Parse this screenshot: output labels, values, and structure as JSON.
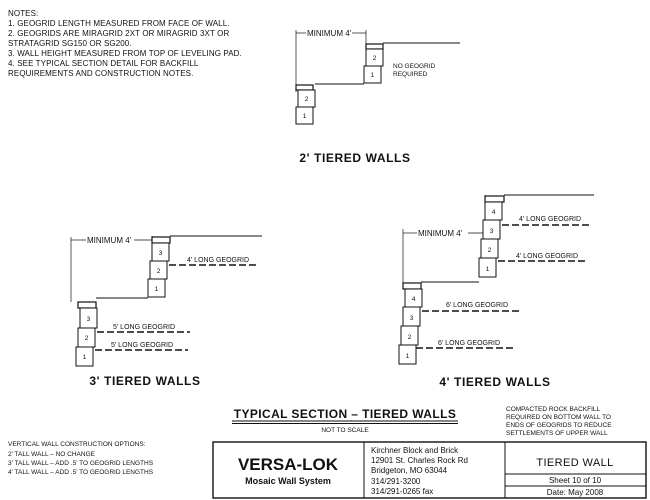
{
  "notes": {
    "heading": "NOTES:",
    "lines": [
      "1. GEOGRID LENGTH MEASURED FROM FACE OF WALL.",
      "2. GEOGRIDS ARE MIRAGRID 2XT OR MIRAGRID 3XT OR",
      "STRATAGRID SG150 OR SG200.",
      "3. WALL HEIGHT MEASURED FROM TOP OF LEVELING PAD.",
      "4.  SEE TYPICAL SECTION DETAIL FOR BACKFILL",
      "REQUIREMENTS AND CONSTRUCTION NOTES."
    ]
  },
  "details": {
    "two_ft": {
      "caption": "2' TIERED WALLS",
      "minimum_label": "MINIMUM 4'",
      "no_geogrid_label": [
        "NO GEOGRID",
        "REQUIRED"
      ],
      "upper_blocks": [
        "2",
        "1"
      ],
      "lower_blocks": [
        "2",
        "1"
      ]
    },
    "three_ft": {
      "caption": "3' TIERED WALLS",
      "minimum_label": "MINIMUM 4'",
      "upper_blocks": [
        "3",
        "2",
        "1"
      ],
      "lower_blocks": [
        "3",
        "2",
        "1"
      ],
      "upper_geogrid": "4' LONG GEOGRID",
      "lower_geogrids": [
        "5' LONG GEOGRID",
        "5' LONG GEOGRID"
      ]
    },
    "four_ft": {
      "caption": "4' TIERED WALLS",
      "minimum_label": "MINIMUM 4'",
      "upper_blocks": [
        "4",
        "3",
        "2",
        "1"
      ],
      "lower_blocks": [
        "4",
        "3",
        "2",
        "1"
      ],
      "upper_geogrids": [
        "4' LONG GEOGRID",
        "4' LONG GEOGRID"
      ],
      "lower_geogrids": [
        "6' LONG GEOGRID",
        "6' LONG GEOGRID"
      ]
    }
  },
  "section": {
    "title": "TYPICAL SECTION – TIERED WALLS",
    "subtitle": "NOT TO SCALE"
  },
  "compacted_note": [
    "COMPACTED ROCK BACKFILL",
    "REQUIRED ON BOTTOM WALL TO",
    "ENDS OF GEOGRIDS TO REDUCE",
    "SETTLEMENTS OF UPPER WALL"
  ],
  "options": {
    "heading": "VERTICAL WALL CONSTRUCTION OPTIONS:",
    "lines": [
      "2' TALL WALL – NO CHANGE",
      "3' TALL WALL – ADD .5' TO GEOGRID LENGTHS",
      "4' TALL WALL – ADD .5' TO GEOGRID LENGTHS"
    ]
  },
  "title_block": {
    "brand": "VERSA-LOK",
    "brand_sub": "Mosaic Wall System",
    "company_lines": [
      "Kirchner Block and Brick",
      "12901 St. Charles Rock Rd",
      "Bridgeton, MO  63044",
      "314/291-3200",
      "314/291-0265 fax"
    ],
    "drawing_title": "TIERED WALL",
    "sheet": "Sheet 10 of 10",
    "date": "Date: May 2008"
  }
}
